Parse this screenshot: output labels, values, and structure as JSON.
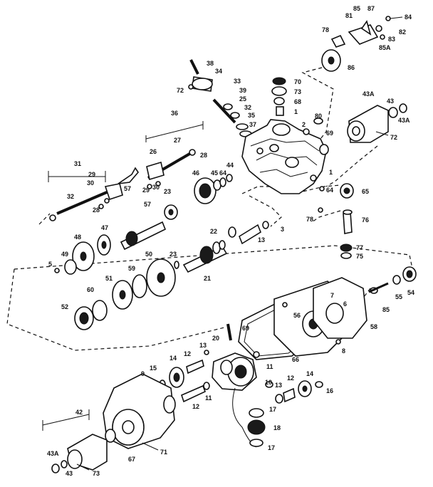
{
  "diagram": {
    "labels": {
      "l84": "84",
      "l87": "87",
      "l81": "81",
      "l82": "82",
      "l83": "83",
      "l85": "85",
      "l85a": "85A",
      "l78a": "78",
      "l86": "86",
      "l38": "38",
      "l34": "34",
      "l72a": "72",
      "l33": "33",
      "l39": "39",
      "l25": "25",
      "l32a": "32",
      "l35": "35",
      "l37": "37",
      "l70a": "70",
      "l73a": "73",
      "l68": "68",
      "l1a": "1",
      "l80": "80",
      "l2": "2",
      "l69a": "69",
      "l43a": "43A",
      "l43b": "43",
      "l43c": "43A",
      "l72b": "72",
      "l36": "36",
      "l27": "27",
      "l26": "26",
      "l28a": "28",
      "l31": "31",
      "l29a": "29",
      "l30a": "30",
      "l29b": "29",
      "l30b": "30",
      "l32b": "32",
      "l57a": "57",
      "l28b": "28",
      "l23a": "23",
      "l57b": "57",
      "l46": "46",
      "l45": "45",
      "l44": "44",
      "l64a": "64",
      "l1b": "1",
      "l64b": "64",
      "l65": "65",
      "l78b": "78",
      "l76": "76",
      "l77": "77",
      "l75": "75",
      "l48": "48",
      "l47": "47",
      "l22": "22",
      "l13": "13",
      "l3a": "3",
      "l5": "5",
      "l49": "49",
      "l50": "50",
      "l23b": "23",
      "l21": "21",
      "l51": "51",
      "l59": "59",
      "l60": "60",
      "l52": "52",
      "l85b": "85",
      "l54": "54",
      "l55": "55",
      "l7": "7",
      "l6": "6",
      "l58": "58",
      "l66": "66",
      "l69b": "69",
      "l56": "56",
      "l8": "8",
      "l20": "20",
      "l10": "10",
      "l11a": "11",
      "l14a": "14",
      "l12a": "12",
      "l13b": "13",
      "l15": "15",
      "l9": "9",
      "l12b": "12",
      "l11b": "11",
      "l13c": "13",
      "l12c": "12",
      "l14b": "14",
      "l16": "16",
      "l17a": "17",
      "l18": "18",
      "l17b": "17",
      "l42": "42",
      "l43d": "43A",
      "l43e": "43",
      "l73b": "73",
      "l67": "67",
      "l71": "71"
    }
  }
}
